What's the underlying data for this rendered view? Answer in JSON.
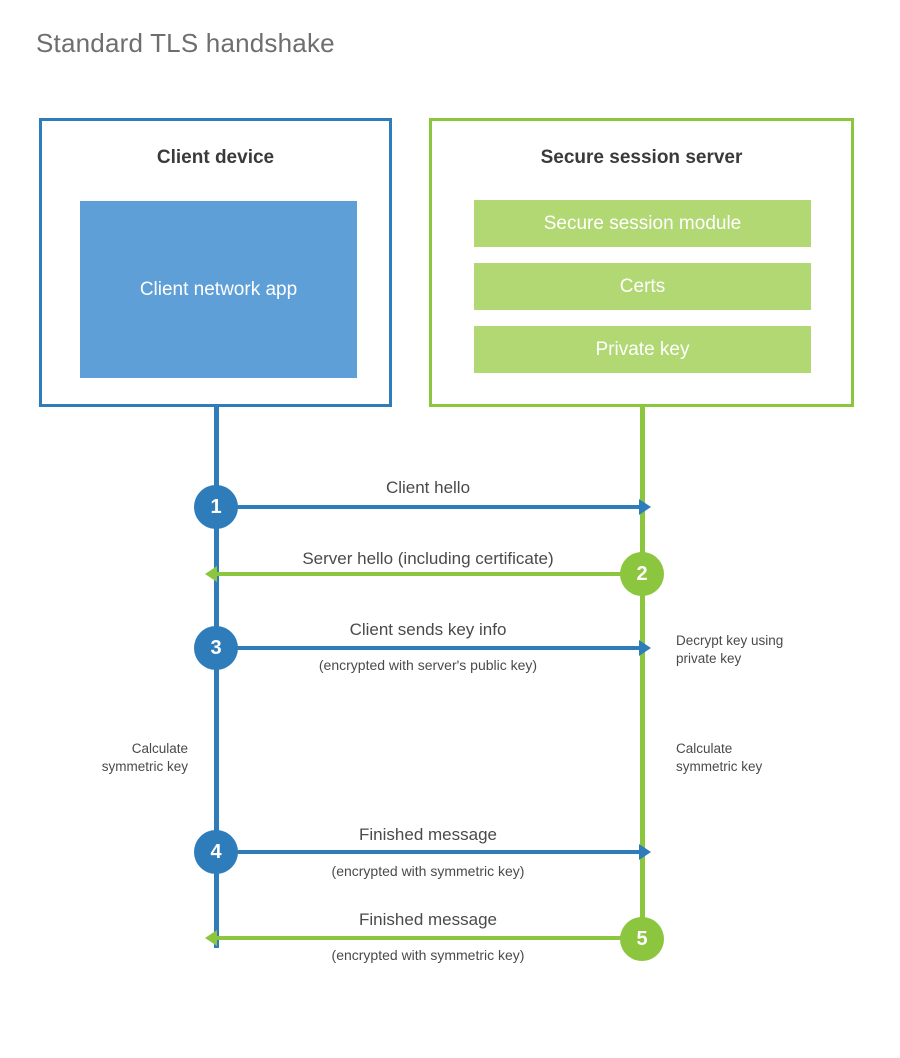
{
  "title": "Standard TLS handshake",
  "colors": {
    "client_accent": "#2f7cba",
    "client_fill": "#5d9fd6",
    "server_accent": "#8cc63e",
    "server_fill": "#b2d873",
    "title_text": "#6d6e70",
    "body_text": "#4a4a4c",
    "background": "#ffffff"
  },
  "parties": {
    "client": {
      "title": "Client device",
      "components": [
        {
          "label": "Client network app"
        }
      ]
    },
    "server": {
      "title": "Secure session server",
      "components": [
        {
          "label": "Secure session module"
        },
        {
          "label": "Certs"
        },
        {
          "label": "Private key"
        }
      ]
    }
  },
  "steps": [
    {
      "number": "1",
      "label": "Client hello",
      "sub": "",
      "direction": "client-to-server",
      "color": "blue"
    },
    {
      "number": "2",
      "label": "Server hello (including certificate)",
      "sub": "",
      "direction": "server-to-client",
      "color": "green"
    },
    {
      "number": "3",
      "label": "Client sends key info",
      "sub": "(encrypted with server's public key)",
      "direction": "client-to-server",
      "color": "blue"
    },
    {
      "number": "4",
      "label": "Finished message",
      "sub": "(encrypted with symmetric key)",
      "direction": "client-to-server",
      "color": "blue"
    },
    {
      "number": "5",
      "label": "Finished message",
      "sub": "(encrypted with symmetric key)",
      "direction": "server-to-client",
      "color": "green"
    }
  ],
  "annotations": {
    "server_decrypt": "Decrypt key using\nprivate key",
    "client_calculate": "Calculate\nsymmetric key",
    "server_calculate": "Calculate\nsymmetric key"
  }
}
